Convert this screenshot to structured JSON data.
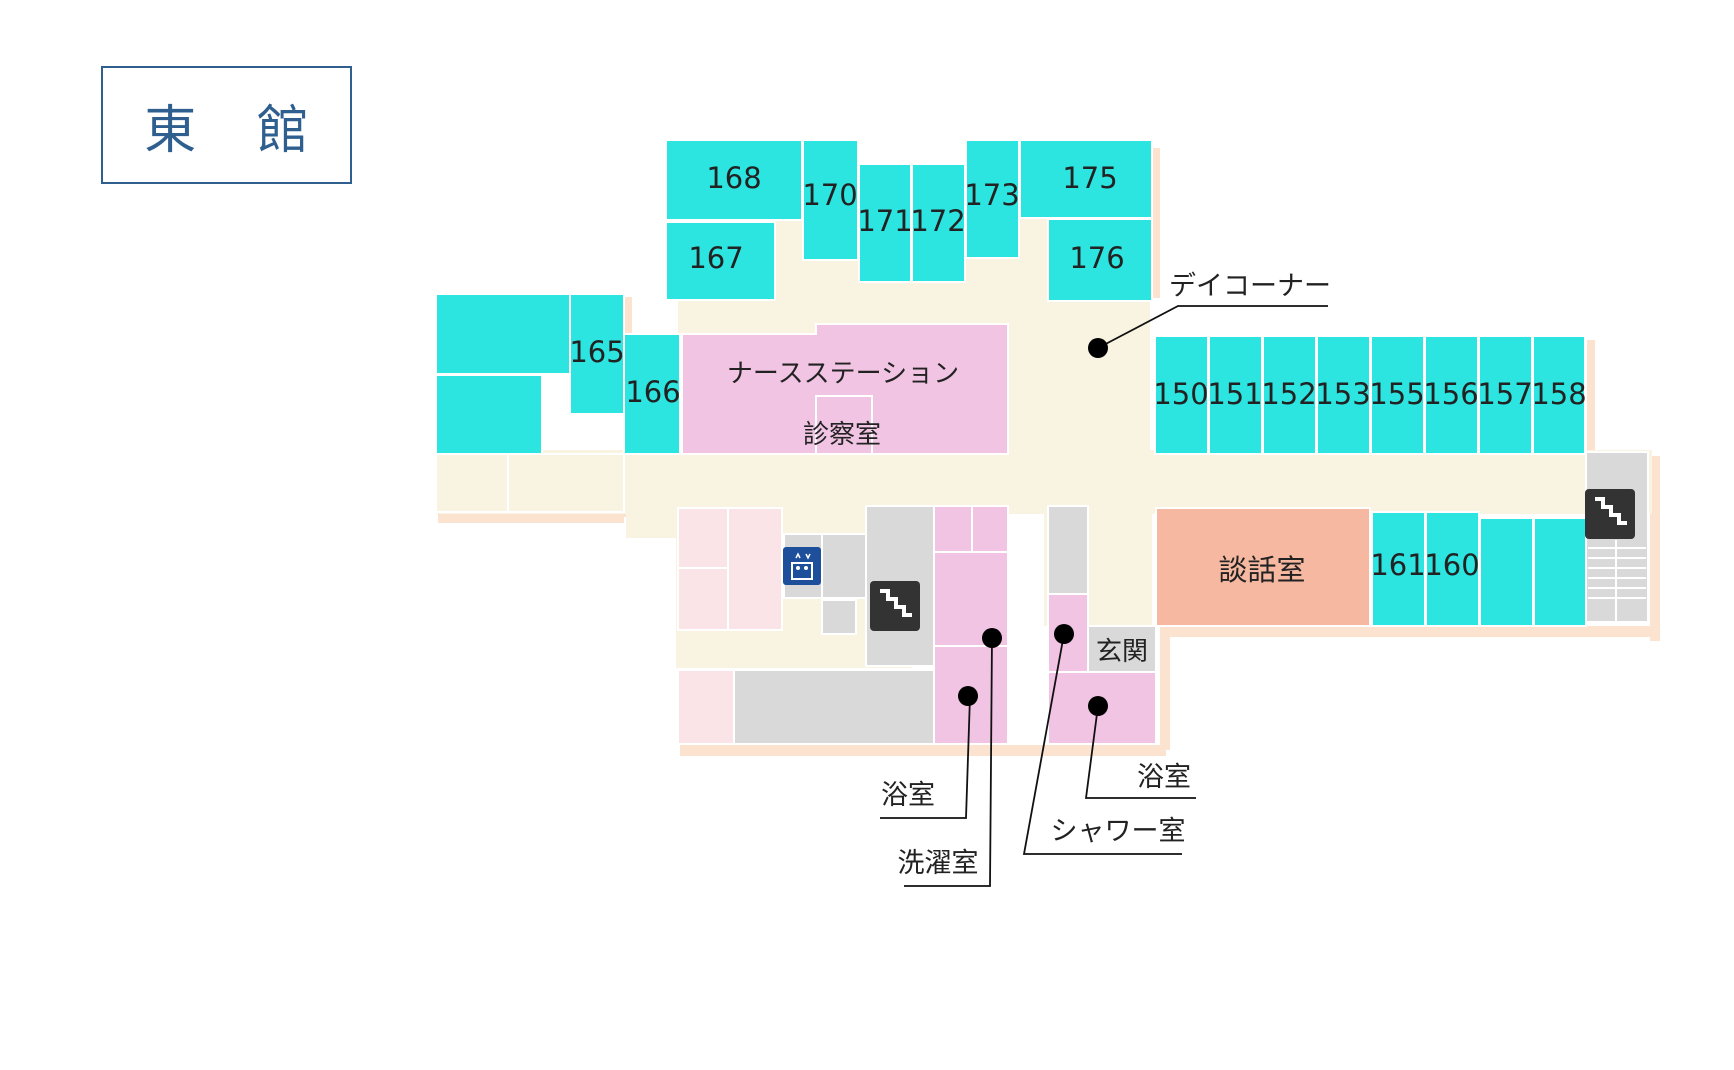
{
  "building": {
    "title": "東 館"
  },
  "colors": {
    "patient_room": "#2ce4e0",
    "corridor": "#f8f4e1",
    "shadow": "#fbe3cf",
    "staff_area": "#f2c4e3",
    "lounge": "#f6b8a0",
    "service": "#d9d9d9",
    "light_pink": "#fbe4e8",
    "stair_icon_bg": "#333333",
    "elevator_icon_bg": "#1d4f9b"
  },
  "rooms": {
    "r168": "168",
    "r170": "170",
    "r171": "171",
    "r172": "172",
    "r173": "173",
    "r175": "175",
    "r167": "167",
    "r176": "176",
    "r165": "165",
    "r166": "166",
    "r150": "150",
    "r151": "151",
    "r152": "152",
    "r153": "153",
    "r155": "155",
    "r156": "156",
    "r157": "157",
    "r158": "158",
    "r161": "161",
    "r160": "160"
  },
  "areas": {
    "nurse_station": "ナースステーション",
    "exam_room": "診察室",
    "lounge": "談話室",
    "entrance": "玄関"
  },
  "callouts": {
    "day_corner": "デイコーナー",
    "bath_left": "浴室",
    "laundry": "洗濯室",
    "shower": "シャワー室",
    "bath_right": "浴室"
  },
  "icons": {
    "elevator": "elevator-icon",
    "stairs": "stairs-icon"
  }
}
